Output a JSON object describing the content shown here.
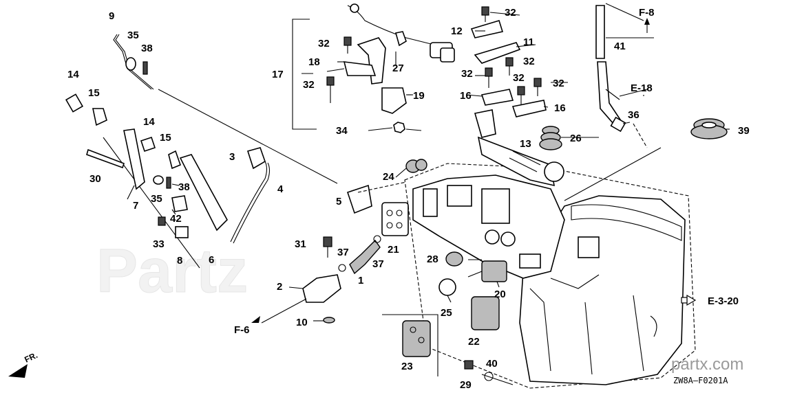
{
  "labels": [
    "1",
    "2",
    "3",
    "4",
    "5",
    "6",
    "7",
    "8",
    "9",
    "10",
    "11",
    "12",
    "13",
    "14",
    "15",
    "16",
    "17",
    "18",
    "19",
    "20",
    "21",
    "22",
    "23",
    "24",
    "25",
    "26",
    "27",
    "28",
    "29",
    "30",
    "31",
    "32",
    "33",
    "34",
    "35",
    "36",
    "37",
    "38",
    "39",
    "40",
    "41",
    "42"
  ],
  "refs": {
    "f8": "F-8",
    "e18": "E-18",
    "e320": "E-3-20",
    "f6": "F-6",
    "fr": "FR."
  },
  "code": "ZW8A—F0201A",
  "brand": "partx.com",
  "watermark": "Partz"
}
